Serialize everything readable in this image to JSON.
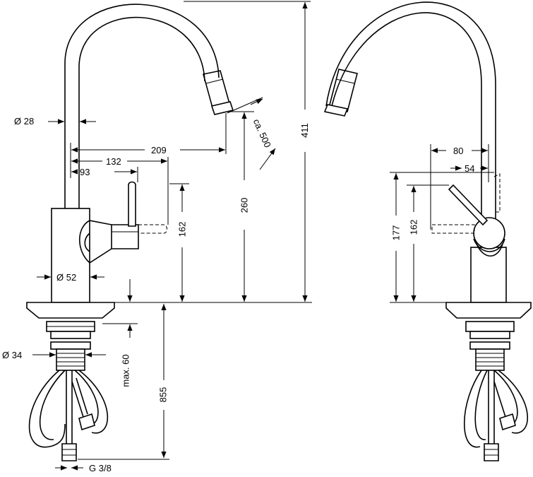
{
  "dimensions": {
    "spout_diameter": "Ø 28",
    "reach_209": "209",
    "reach_132": "132",
    "reach_93": "93",
    "pullout": "ca. 500",
    "height_260": "260",
    "height_411": "411",
    "lever_162_left": "162",
    "body_diameter": "Ø 52",
    "shank_diameter": "Ø 34",
    "max_thickness": "max. 60",
    "hose_length": "855",
    "thread": "G 3/8",
    "side_80": "80",
    "side_54": "54",
    "side_177": "177",
    "side_162": "162"
  }
}
